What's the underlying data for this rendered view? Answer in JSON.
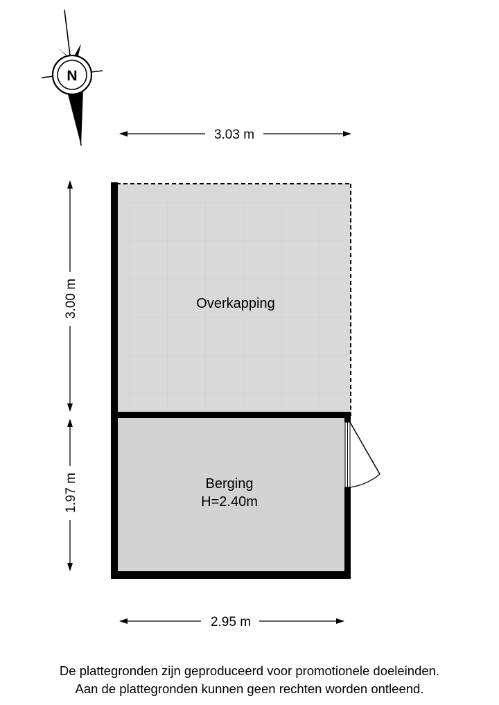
{
  "compass": {
    "letter": "N"
  },
  "dimensions": {
    "top_width": "3.03 m",
    "overkapping_depth": "3.00 m",
    "berging_depth": "1.97 m",
    "bottom_width": "2.95 m"
  },
  "rooms": {
    "overkapping": {
      "name": "Overkapping"
    },
    "berging": {
      "name": "Berging",
      "height": "H=2.40m"
    }
  },
  "disclaimer": {
    "line1": "De plattegronden zijn geproduceerd voor promotionele doeleinden.",
    "line2": "Aan de plattegronden kunnen geen rechten worden ontleend."
  },
  "colors": {
    "wall": "#000000",
    "overkapping_fill": "#d9d9d9",
    "berging_fill": "#d3d3d3",
    "tile_line": "#cfcfcf"
  }
}
